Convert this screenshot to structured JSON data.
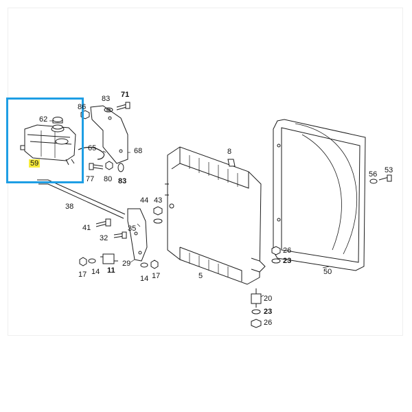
{
  "diagram": {
    "highlight_color": "#1e9ee4",
    "marker_color": "#f7ec3c",
    "selected_part": "59",
    "labels": {
      "p62": "62",
      "p86": "86",
      "p83a": "83",
      "p71": "71",
      "p65": "65",
      "p68": "68",
      "p59": "59",
      "p77": "77",
      "p80": "80",
      "p83b": "83",
      "p8": "8",
      "p38": "38",
      "p44": "44",
      "p43": "43",
      "p41": "41",
      "p35": "35",
      "p32": "32",
      "p17a": "17",
      "p14a": "14",
      "p11": "11",
      "p29": "29",
      "p14b": "14",
      "p17b": "17",
      "p5": "5",
      "p56": "56",
      "p53": "53",
      "p26a": "26",
      "p23a": "23",
      "p50": "50",
      "p20": "20",
      "p23b": "23",
      "p26b": "26"
    }
  }
}
